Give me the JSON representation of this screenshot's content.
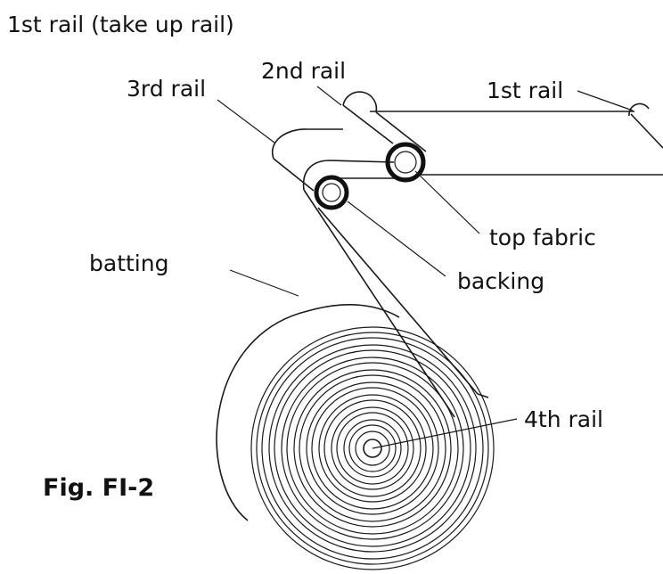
{
  "heading": "1st rail (take up rail)",
  "figure_label": "Fig. FI-2",
  "labels": {
    "rail_1": "1st rail",
    "rail_2": "2nd rail",
    "rail_3": "3rd rail",
    "rail_4": "4th rail",
    "top_fabric": "top fabric",
    "backing": "backing",
    "batting": "batting"
  }
}
